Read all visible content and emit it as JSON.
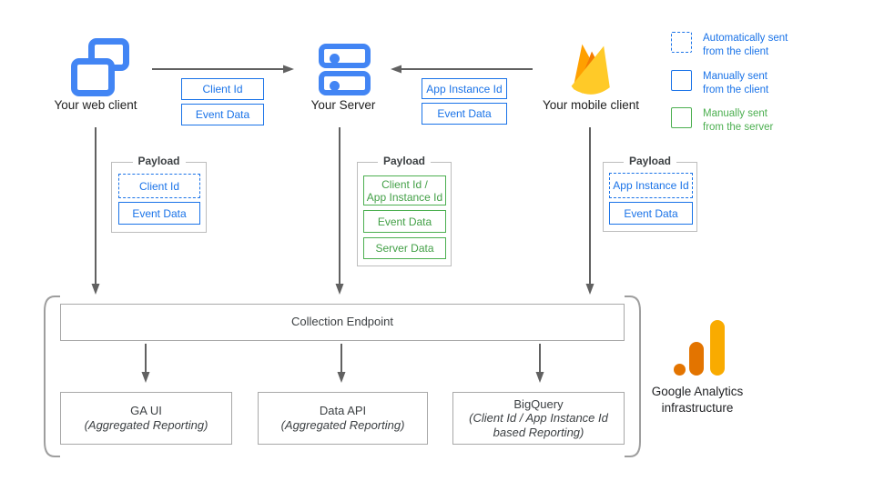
{
  "diagram_title": "Google Analytics measurement data-flow diagram",
  "colors": {
    "blue_icon": "#4285F4",
    "blue_box": "#1a73e8",
    "green_box": "#4CAF50",
    "green_text": "#43A047",
    "arrow_gray": "#616161",
    "border_gray": "#bdbdbd",
    "firebase_yellow": "#FFCA28",
    "firebase_orange": "#F57C00",
    "firebase_amber": "#FFA000",
    "ga_amber": "#F9AB00",
    "ga_orange": "#E37400"
  },
  "icons": {
    "web_client": "overlapping-browser-windows-icon",
    "server": "server-stack-icon",
    "mobile_client": "firebase-flame-icon",
    "analytics": "google-analytics-bars-icon"
  },
  "entities": {
    "web_client": {
      "label": "Your web client"
    },
    "server": {
      "label": "Your Server"
    },
    "mobile_client": {
      "label": "Your mobile client"
    }
  },
  "arrow_labels": {
    "web_to_server": [
      {
        "text": "Client Id",
        "style": "solid-blue"
      },
      {
        "text": "Event Data",
        "style": "solid-blue"
      }
    ],
    "mobile_to_server": [
      {
        "text": "App Instance Id",
        "style": "solid-blue"
      },
      {
        "text": "Event Data",
        "style": "solid-blue"
      }
    ]
  },
  "legend": {
    "items": [
      {
        "swatch": "dashed-blue",
        "line1": "Automatically sent",
        "line2": "from the client"
      },
      {
        "swatch": "solid-blue",
        "line1": "Manually sent",
        "line2": "from the client"
      },
      {
        "swatch": "solid-green",
        "line1": "Manually sent",
        "line2": "from the server"
      }
    ]
  },
  "payloads": {
    "title": "Payload",
    "web": {
      "items": [
        {
          "text": "Client Id",
          "style": "dashed-blue"
        },
        {
          "text": "Event Data",
          "style": "solid-blue"
        }
      ]
    },
    "server": {
      "items": [
        {
          "text": "Client Id /",
          "text2": "App Instance Id",
          "style": "solid-green"
        },
        {
          "text": "Event Data",
          "style": "solid-green"
        },
        {
          "text": "Server Data",
          "style": "solid-green"
        }
      ]
    },
    "mobile": {
      "items": [
        {
          "text": "App Instance Id",
          "style": "dashed-blue"
        },
        {
          "text": "Event Data",
          "style": "solid-blue"
        }
      ]
    }
  },
  "infrastructure": {
    "endpoint_label": "Collection Endpoint",
    "outputs": [
      {
        "line1": "GA UI",
        "line2": "(Aggregated Reporting)",
        "line3": ""
      },
      {
        "line1": "Data API",
        "line2": "(Aggregated Reporting)",
        "line3": ""
      },
      {
        "line1": "BigQuery",
        "line2": "(Client Id / App Instance Id",
        "line3": "based Reporting)"
      }
    ],
    "caption_line1": "Google Analytics",
    "caption_line2": "infrastructure"
  }
}
